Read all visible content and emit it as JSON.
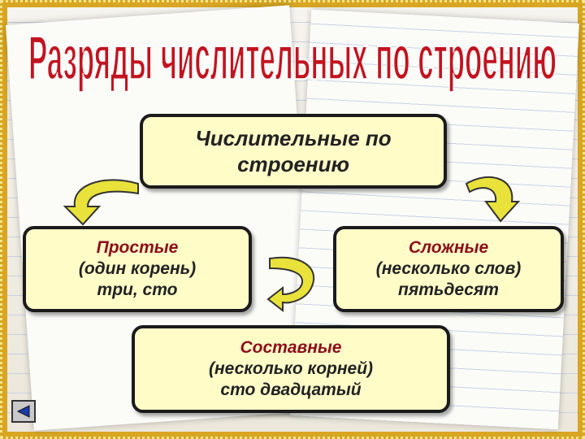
{
  "title": "Разряды числительных по строению",
  "colors": {
    "box_fill": "#fffcc8",
    "title_fill": "#c2141f",
    "heading_color": "#8b0f1a",
    "arrow_fill": "#e8e23a",
    "frame": "#d8a623"
  },
  "main_box": {
    "line1": "Числительные по",
    "line2": "строению"
  },
  "simple": {
    "heading": "Простые",
    "line2": "(один корень)",
    "line3": "три, сто"
  },
  "complex": {
    "heading": "Сложные",
    "line2": "(несколько слов)",
    "line3": "пятьдесят"
  },
  "compound": {
    "heading": "Составные",
    "line2": "(несколько корней)",
    "line3": "сто двадцатый"
  },
  "nav": {
    "back_icon": "triangle-left-icon"
  }
}
